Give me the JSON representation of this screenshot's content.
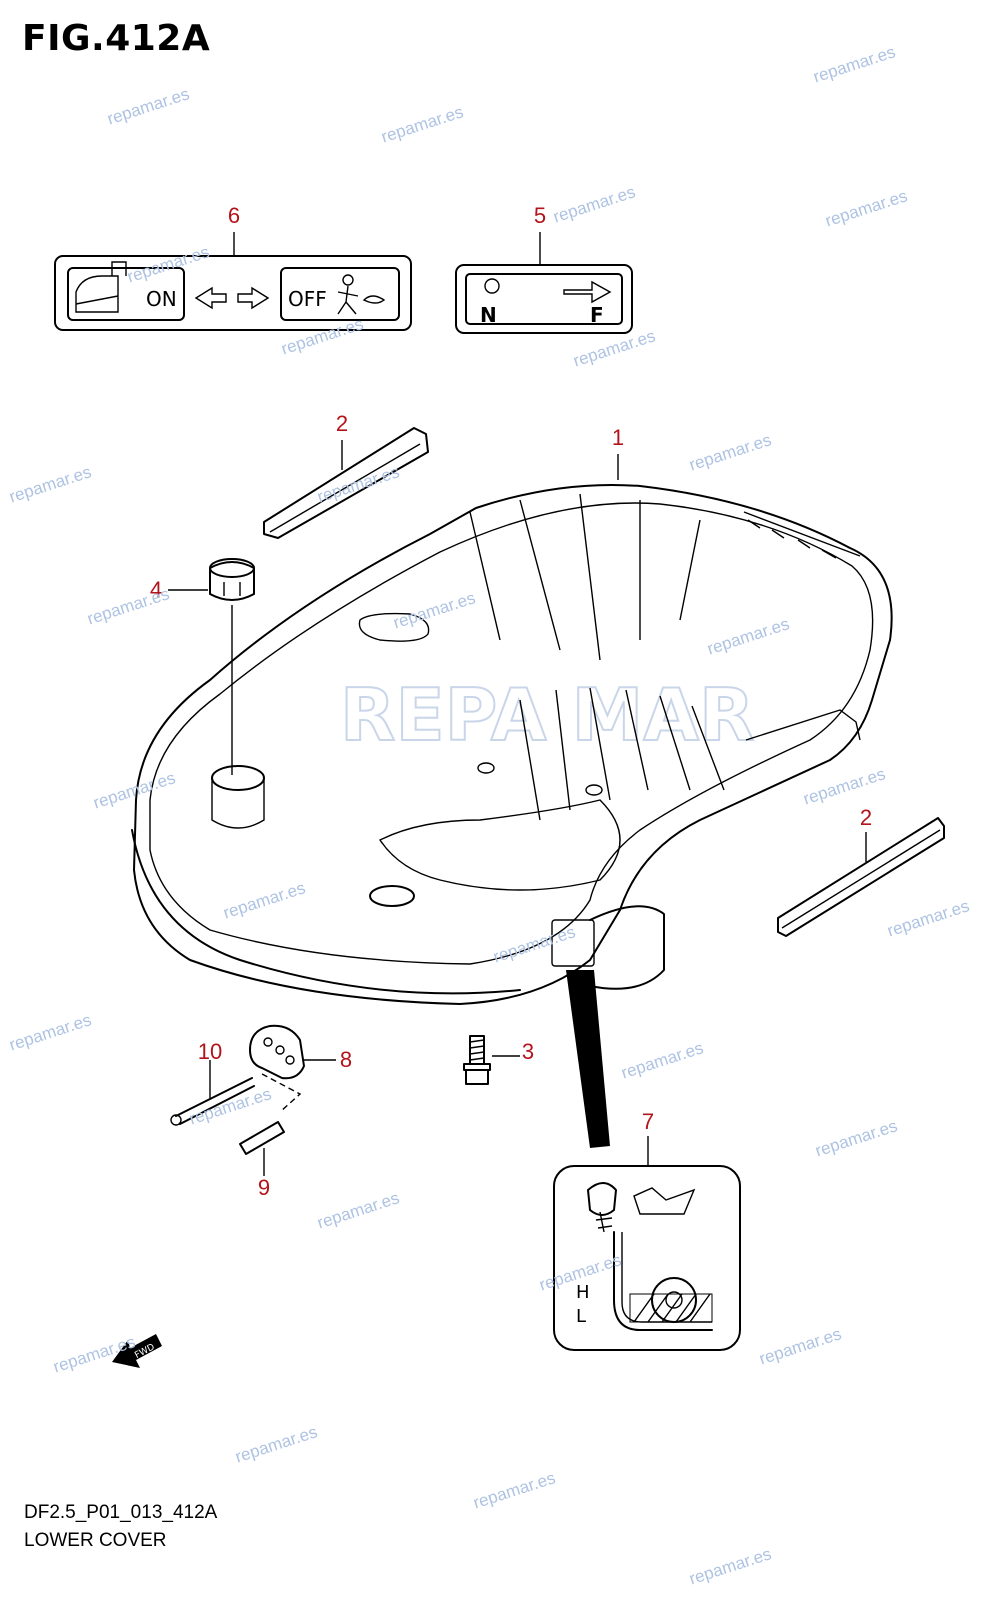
{
  "figure": {
    "title": "FIG.412A",
    "code": "DF2.5_P01_013_412A",
    "name": "LOWER COVER"
  },
  "callouts": [
    {
      "id": "1",
      "label": "1"
    },
    {
      "id": "2a",
      "label": "2"
    },
    {
      "id": "2b",
      "label": "2"
    },
    {
      "id": "3",
      "label": "3"
    },
    {
      "id": "4",
      "label": "4"
    },
    {
      "id": "5",
      "label": "5"
    },
    {
      "id": "6",
      "label": "6"
    },
    {
      "id": "7",
      "label": "7"
    },
    {
      "id": "8",
      "label": "8"
    },
    {
      "id": "9",
      "label": "9"
    },
    {
      "id": "10",
      "label": "10"
    }
  ],
  "labels": {
    "fuel_on": "ON",
    "fuel_off": "OFF",
    "choke_n": "N",
    "choke_f": "F",
    "oil_h": "H",
    "oil_l": "L",
    "fwd": "FWD",
    "watermark_logo": "REPA MAR"
  },
  "watermark_text": "repamar.es",
  "colors": {
    "callout": "#b3141b",
    "watermark": "#aec3e3",
    "line": "#000000"
  }
}
